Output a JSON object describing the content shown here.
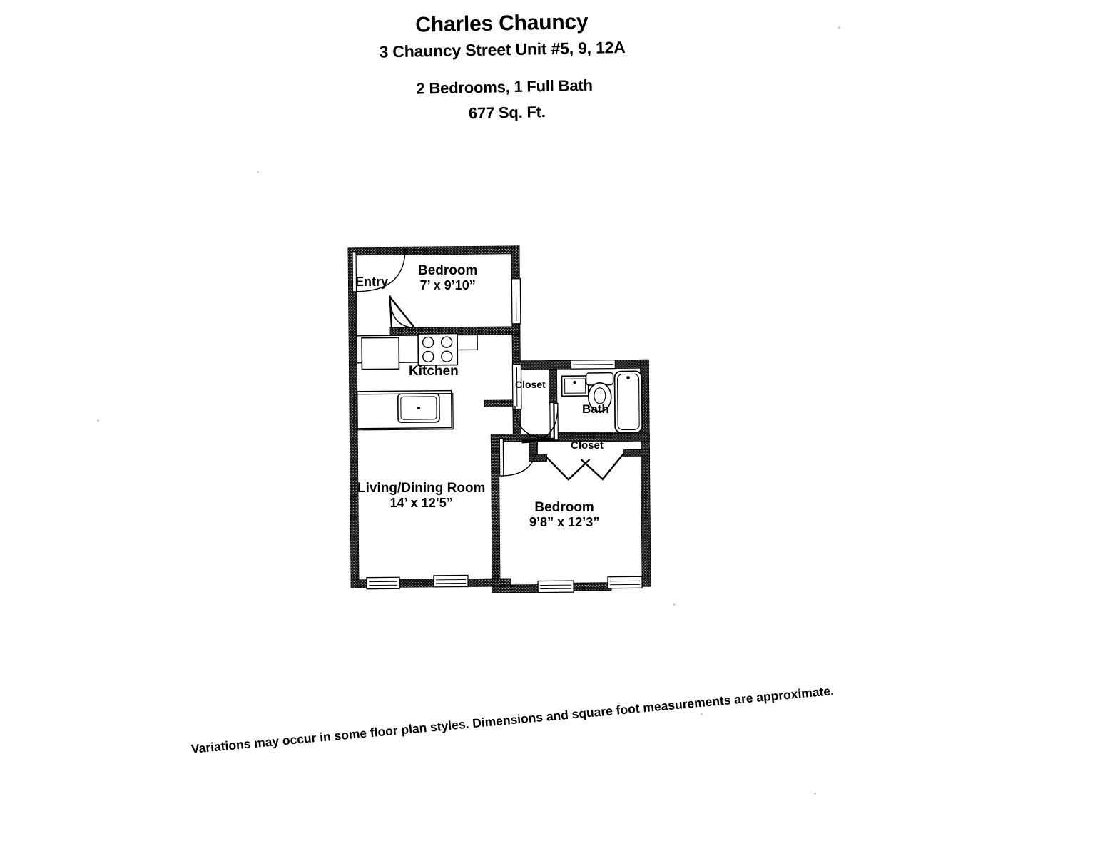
{
  "header": {
    "title": "Charles Chauncy",
    "address": "3 Chauncy Street Unit #5, 9, 12A",
    "rooms": "2 Bedrooms, 1 Full Bath",
    "sqft": "677 Sq. Ft."
  },
  "footer": {
    "disclaimer": "Variations may occur in some floor plan styles. Dimensions and square foot measurements are approximate."
  },
  "floorplan": {
    "entry": {
      "label": "Entry"
    },
    "bedroom_1": {
      "label": "Bedroom",
      "dimensions": "7’ x 9’10”"
    },
    "kitchen": {
      "label": "Kitchen"
    },
    "closet_hall": {
      "label": "Closet"
    },
    "bath": {
      "label": "Bath"
    },
    "closet_bedroom": {
      "label": "Closet"
    },
    "living_dining": {
      "label": "Living/Dining Room",
      "dimensions": "14’ x 12’5”"
    },
    "bedroom_2": {
      "label": "Bedroom",
      "dimensions": "9’8” x 12’3”"
    },
    "fixtures": [
      "refrigerator",
      "range-4-burner",
      "kitchen-sink-counter",
      "bath-sink",
      "toilet",
      "bathtub",
      "bath-window"
    ],
    "windows_count": 4,
    "colors": {
      "wall": "#1a1a1a",
      "line": "#000000",
      "background": "#ffffff"
    }
  }
}
